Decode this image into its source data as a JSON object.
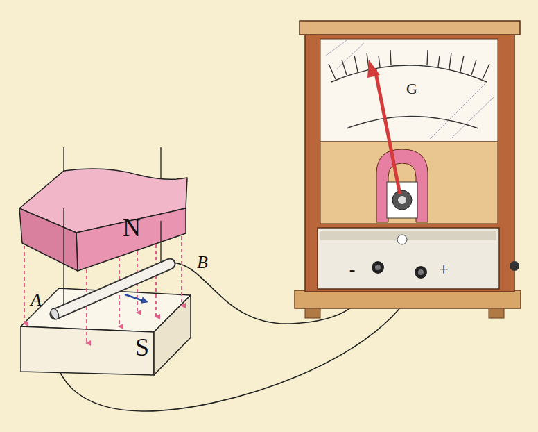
{
  "diagram": {
    "nodes": [
      {
        "text": [
          "N"
        ]
      },
      {
        "text": [
          "S"
        ]
      }
    ],
    "labels": [
      "A",
      "B",
      "G",
      "-",
      "+"
    ]
  }
}
